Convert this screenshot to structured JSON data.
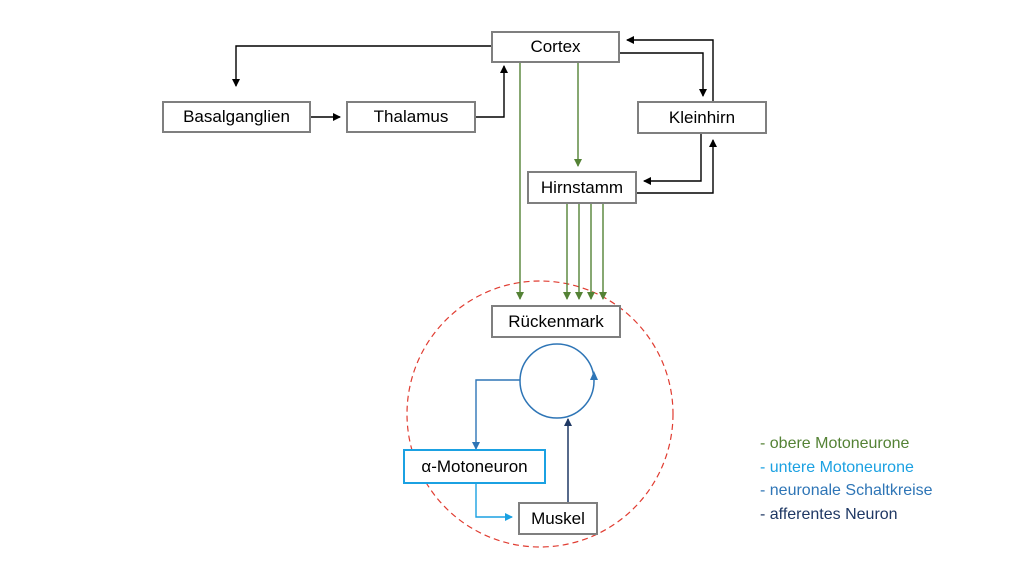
{
  "nodes": {
    "cortex": "Cortex",
    "basalganglien": "Basalganglien",
    "thalamus": "Thalamus",
    "kleinhirn": "Kleinhirn",
    "hirnstamm": "Hirnstamm",
    "rueckenmark": "Rückenmark",
    "alpha_motoneuron": "α-Motoneuron",
    "muskel": "Muskel"
  },
  "legend": [
    {
      "label": "- obere Motoneurone",
      "color": "#548235"
    },
    {
      "label": "- untere Motoneurone",
      "color": "#1ba1e2"
    },
    {
      "label": "- neuronale Schaltkreise",
      "color": "#2e75b6"
    },
    {
      "label": "- afferentes Neuron",
      "color": "#1f3864"
    }
  ],
  "colors": {
    "box_border": "#7f7f7f",
    "black_arrows": "#000000",
    "upper_motoneurons": "#548235",
    "lower_motoneurons": "#1ba1e2",
    "circuits": "#2e75b6",
    "afferent": "#1f3864",
    "dashed_circle": "#e03c31"
  }
}
